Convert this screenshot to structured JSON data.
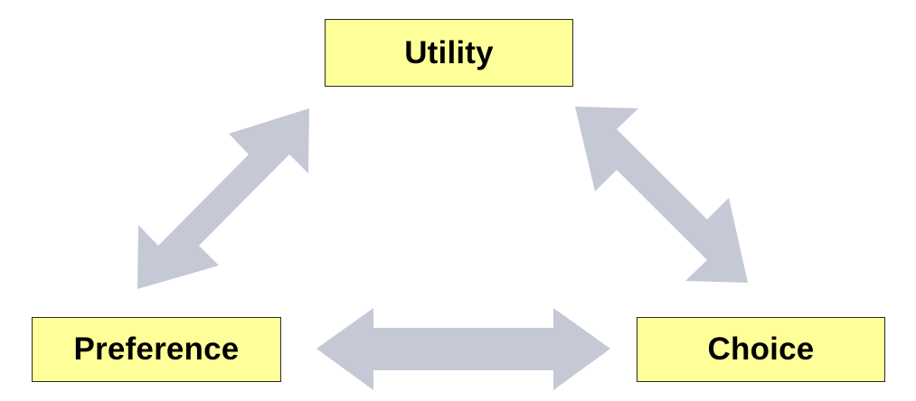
{
  "colors": {
    "node_fill": "#ffff99",
    "node_border": "#2a2a2a",
    "arrow_fill": "#c5c9d6",
    "text": "#000000"
  },
  "nodes": {
    "utility": {
      "label": "Utility"
    },
    "preference": {
      "label": "Preference"
    },
    "choice": {
      "label": "Choice"
    }
  },
  "edges": [
    {
      "from": "preference",
      "to": "utility",
      "direction": "bidirectional"
    },
    {
      "from": "utility",
      "to": "choice",
      "direction": "bidirectional"
    },
    {
      "from": "preference",
      "to": "choice",
      "direction": "bidirectional"
    }
  ]
}
